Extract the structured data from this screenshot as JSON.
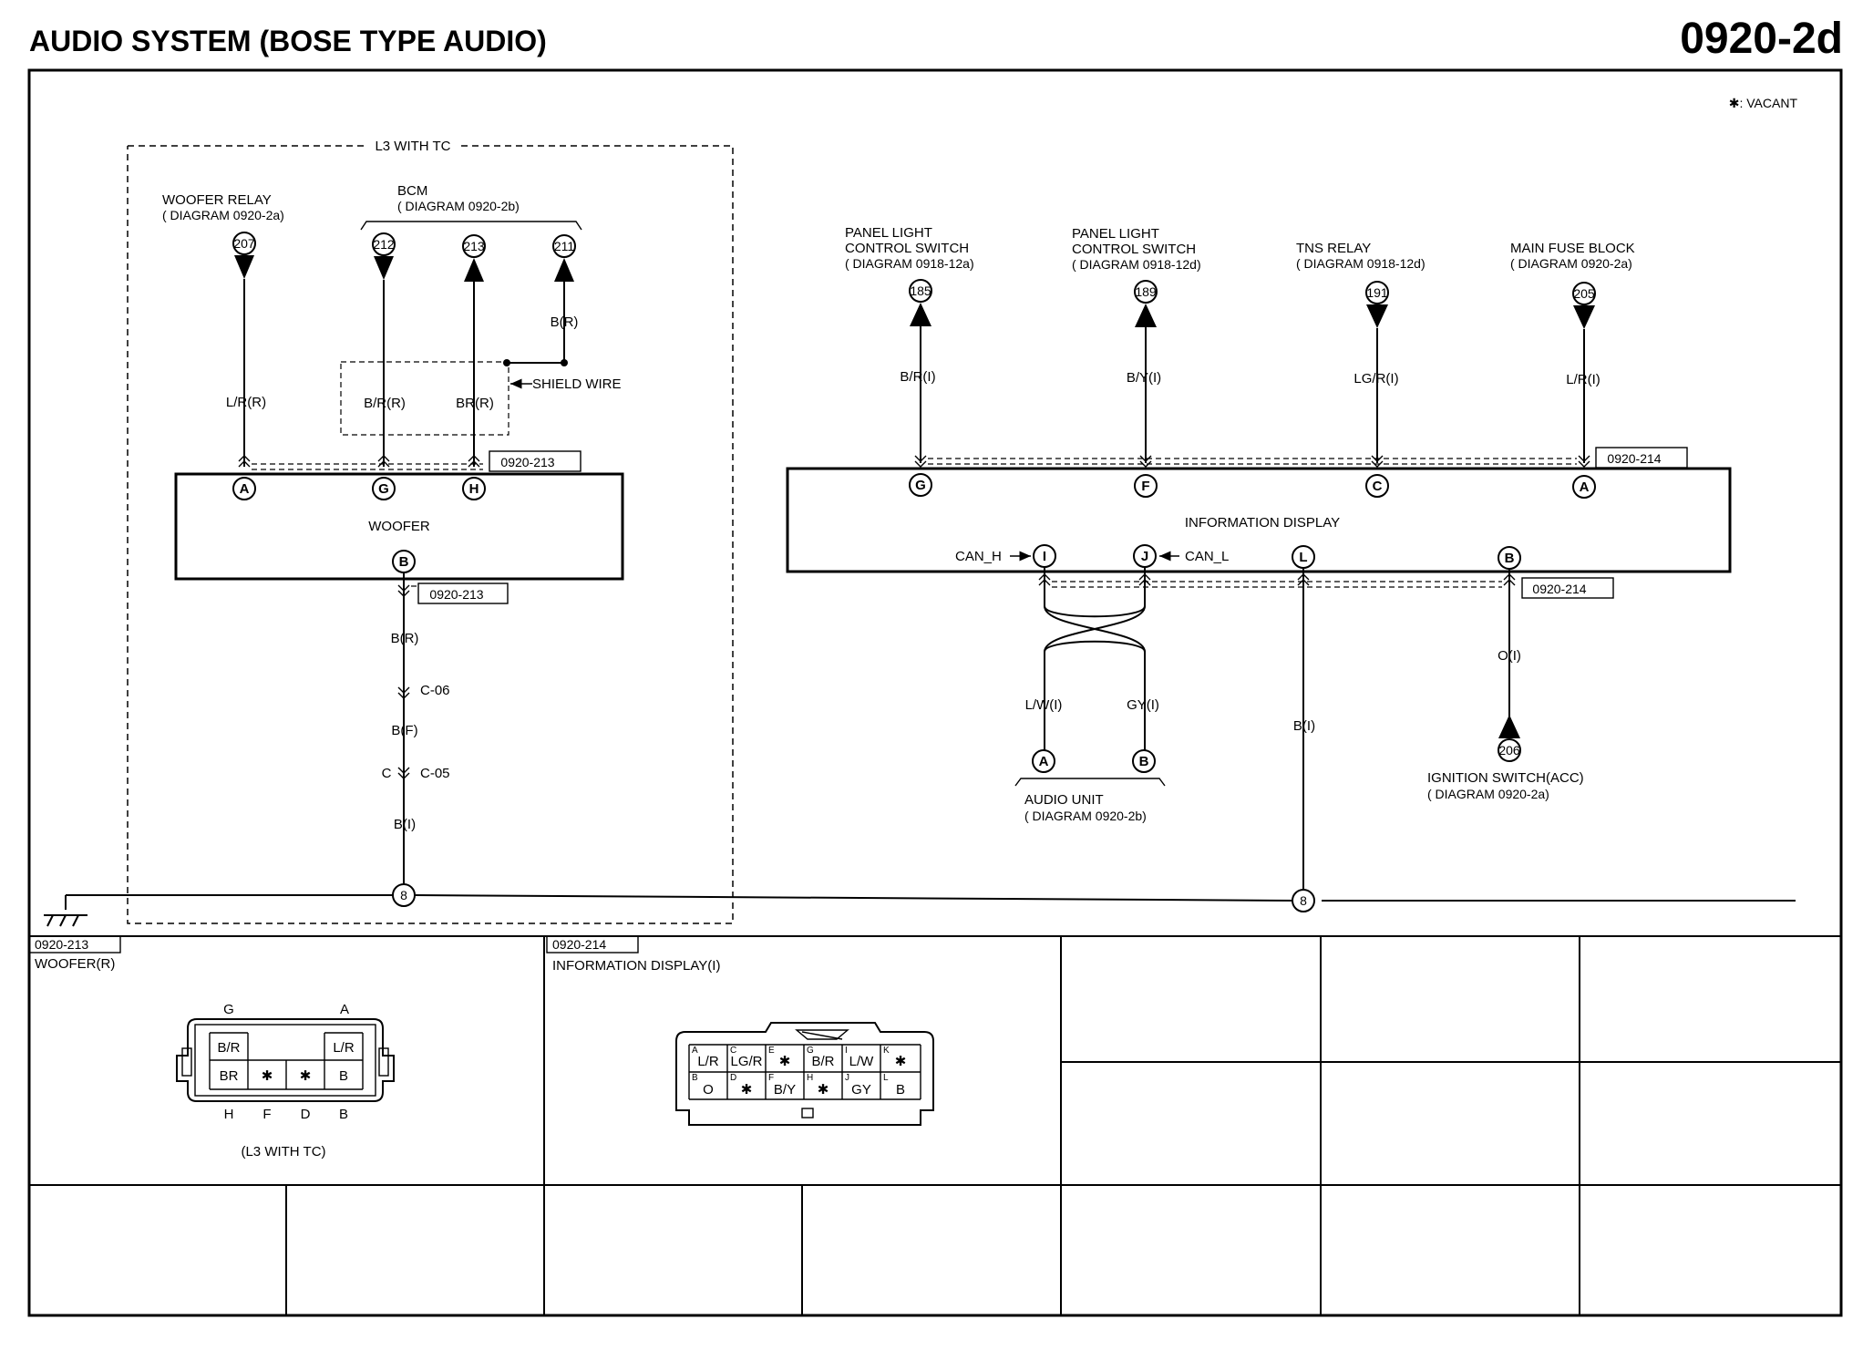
{
  "header": {
    "title": "AUDIO SYSTEM (BOSE TYPE AUDIO)",
    "diagram_code": "0920-2d"
  },
  "legend": {
    "vacant": "✱: VACANT"
  },
  "option_box": {
    "label": "L3 WITH TC"
  },
  "woofer_section": {
    "woofer_relay": {
      "name": "WOOFER RELAY",
      "ref": "( DIAGRAM 0920-2a)",
      "terminal": "207"
    },
    "bcm": {
      "name": "BCM",
      "ref": "( DIAGRAM 0920-2b)",
      "terminals": [
        "212",
        "213",
        "211"
      ]
    },
    "wires": {
      "lr": "L/R(R)",
      "br_r": "B/R(R)",
      "brr": "BR(R)",
      "b_r": "B(R)",
      "shield": "SHIELD WIRE"
    },
    "connector_ref": "0920-213",
    "component": "WOOFER",
    "pins": [
      "A",
      "G",
      "H",
      "B"
    ],
    "lower_wires": [
      "B(R)",
      "B(F)",
      "B(I)"
    ],
    "connectors": [
      "C-06",
      "C-05"
    ],
    "c_label": "C",
    "ground": "8"
  },
  "info_section": {
    "inputs": [
      {
        "name": "PANEL LIGHT",
        "name2": "CONTROL SWITCH",
        "ref": "( DIAGRAM 0918-12a)",
        "terminal": "185",
        "wire": "B/R(I)",
        "pin": "G"
      },
      {
        "name": "PANEL LIGHT",
        "name2": "CONTROL SWITCH",
        "ref": "( DIAGRAM 0918-12d)",
        "terminal": "189",
        "wire": "B/Y(I)",
        "pin": "F"
      },
      {
        "name": "TNS RELAY",
        "name2": "",
        "ref": "( DIAGRAM 0918-12d)",
        "terminal": "191",
        "wire": "LG/R(I)",
        "pin": "C"
      },
      {
        "name": "MAIN FUSE BLOCK",
        "name2": "",
        "ref": "( DIAGRAM 0920-2a)",
        "terminal": "205",
        "wire": "L/R(I)",
        "pin": "A"
      }
    ],
    "connector_ref": "0920-214",
    "component": "INFORMATION DISPLAY",
    "lower_pins": [
      "I",
      "J",
      "L",
      "B"
    ],
    "can_h": "CAN_H",
    "can_l": "CAN_L",
    "audio_wires": [
      "L/W(I)",
      "GY(I)"
    ],
    "audio_pins": [
      "A",
      "B"
    ],
    "audio_unit": {
      "name": "AUDIO UNIT",
      "ref": "( DIAGRAM 0920-2b)"
    },
    "ground_wire": "B(I)",
    "ground": "8",
    "ignition_wire": "O(I)",
    "ignition": {
      "name": "IGNITION SWITCH(ACC)",
      "ref": "( DIAGRAM 0920-2a)",
      "terminal": "206"
    }
  },
  "connector_views": {
    "woofer": {
      "code": "0920-213",
      "name": "WOOFER(R)",
      "top_letters": [
        "G",
        "A"
      ],
      "row1": [
        "B/R",
        "",
        "",
        "L/R"
      ],
      "row2": [
        "BR",
        "✱",
        "✱",
        "B"
      ],
      "bottom_letters": [
        "H",
        "F",
        "D",
        "B"
      ],
      "note": "(L3 WITH TC)"
    },
    "info": {
      "code": "0920-214",
      "name": "INFORMATION DISPLAY(I)",
      "row1_letters": [
        "A",
        "C",
        "E",
        "G",
        "I",
        "K"
      ],
      "row1": [
        "L/R",
        "LG/R",
        "✱",
        "B/R",
        "L/W",
        "✱"
      ],
      "row2_letters": [
        "B",
        "D",
        "F",
        "H",
        "J",
        "L"
      ],
      "row2": [
        "O",
        "✱",
        "B/Y",
        "✱",
        "GY",
        "B"
      ]
    }
  }
}
